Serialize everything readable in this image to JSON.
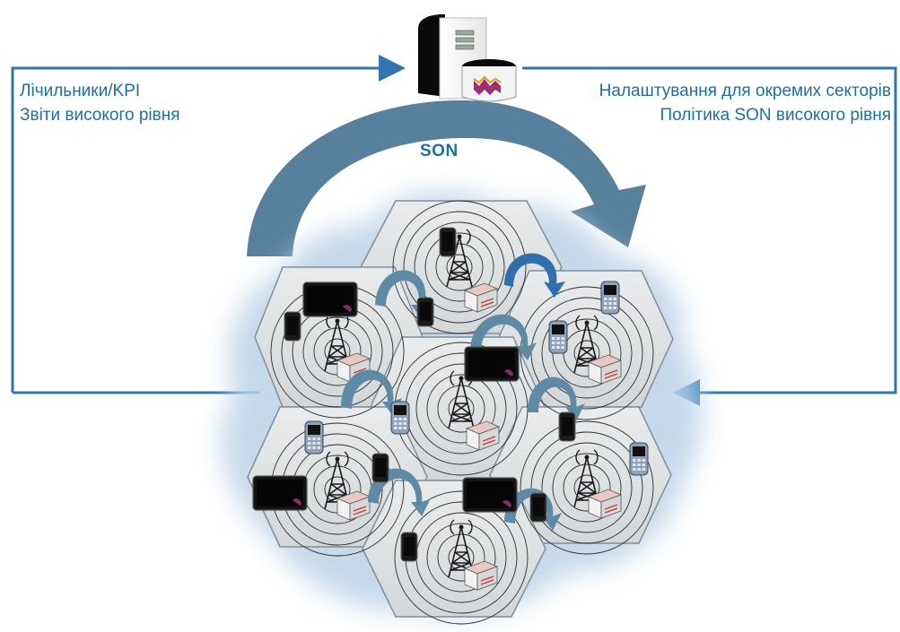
{
  "labels": {
    "left": [
      "Лічильники/KPI",
      "Звіти високого рівня"
    ],
    "right": [
      "Налаштування для окремих секторів",
      "Політика SON високого рівня"
    ],
    "center": "SON"
  },
  "colors": {
    "text": "#1f6f9e",
    "feedback_line": "#2f76b2",
    "big_arrow": "#5a7f99",
    "handover_arrow": "#5f8aa6",
    "active_arrow": "#2f6fad",
    "hex_fill": "#dfe1e3",
    "hex_stroke": "#8a9aa6",
    "cloud_glow": "#c3d7ea"
  },
  "cells": [
    {
      "id": "north",
      "devices": [
        "phone"
      ]
    },
    {
      "id": "northwest",
      "devices": [
        "tablet",
        "phone"
      ]
    },
    {
      "id": "northeast",
      "devices": [
        "keypad-phone",
        "keypad-phone"
      ]
    },
    {
      "id": "center",
      "devices": [
        "tablet"
      ]
    },
    {
      "id": "southwest",
      "devices": [
        "keypad-phone",
        "tablet",
        "phone"
      ]
    },
    {
      "id": "southeast",
      "devices": [
        "phone",
        "keypad-phone"
      ]
    },
    {
      "id": "south",
      "devices": [
        "phone",
        "tablet"
      ]
    }
  ],
  "icons": {
    "server": "server-with-database-icon",
    "tower": "cell-tower-icon",
    "equipment": "base-station-equipment-icon"
  }
}
